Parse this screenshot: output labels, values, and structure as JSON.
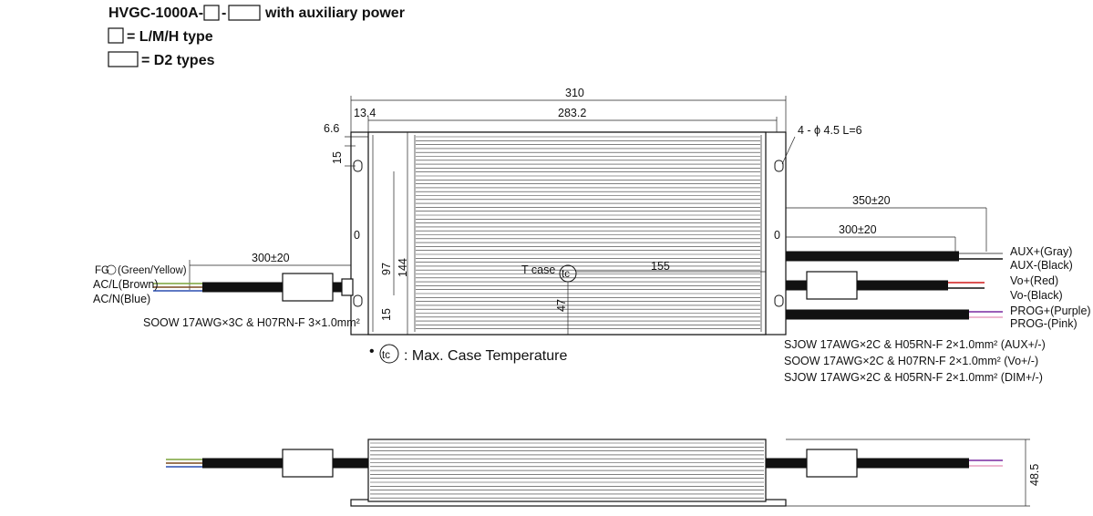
{
  "header": {
    "model_prefix": "HVGC-1000A-",
    "separator": "-",
    "model_suffix": "with auxiliary power",
    "legend_small": "= L/M/H type",
    "legend_wide": "= D2 types"
  },
  "dimensions": {
    "overall_length": "310",
    "body_length": "283.2",
    "left_offset": "13.4",
    "flange_offset": "6.6",
    "hole_spacing": "15",
    "mount_holes": "4 - ϕ 4.5  L=6",
    "aux_cable_length": "350±20",
    "out_cable_length": "300±20",
    "in_cable_length": "300±20",
    "width_inner": "97",
    "width_outer": "144",
    "bottom_offset": "15",
    "tc_offset_y": "47",
    "tc_offset_x": "155",
    "height": "48.5"
  },
  "labels": {
    "tcase": "T case",
    "tc_symbol": "tc",
    "tc_legend": ": Max. Case Temperature",
    "tc_bullet": "•",
    "zero_left": "0",
    "zero_right": "0"
  },
  "input_wires": {
    "fg_prefix": "FG",
    "fg": "(Green/Yellow)",
    "acl": "AC/L(Brown)",
    "acn": "AC/N(Blue)",
    "spec": "SOOW 17AWG×3C & H07RN-F 3×1.0mm²"
  },
  "output_wires": {
    "aux_plus": "AUX+(Gray)",
    "aux_minus": "AUX-(Black)",
    "vo_plus": "Vo+(Red)",
    "vo_minus": "Vo-(Black)",
    "prog_plus": "PROG+(Purple)",
    "prog_minus": "PROG-(Pink)",
    "spec1": "SJOW 17AWG×2C & H05RN-F 2×1.0mm² (AUX+/-)",
    "spec2": "SOOW 17AWG×2C & H07RN-F 2×1.0mm² (Vo+/-)",
    "spec3": "SJOW 17AWG×2C & H05RN-F 2×1.0mm² (DIM+/-)"
  },
  "colors": {
    "line": "#111111",
    "wire_green_yellow": "#7aa33a",
    "wire_brown": "#7a4a1e",
    "wire_blue": "#2a4fb0",
    "wire_gray": "#888888",
    "wire_red": "#d11a1a",
    "wire_purple": "#7a2aa0",
    "wire_pink": "#e8a0c0"
  }
}
